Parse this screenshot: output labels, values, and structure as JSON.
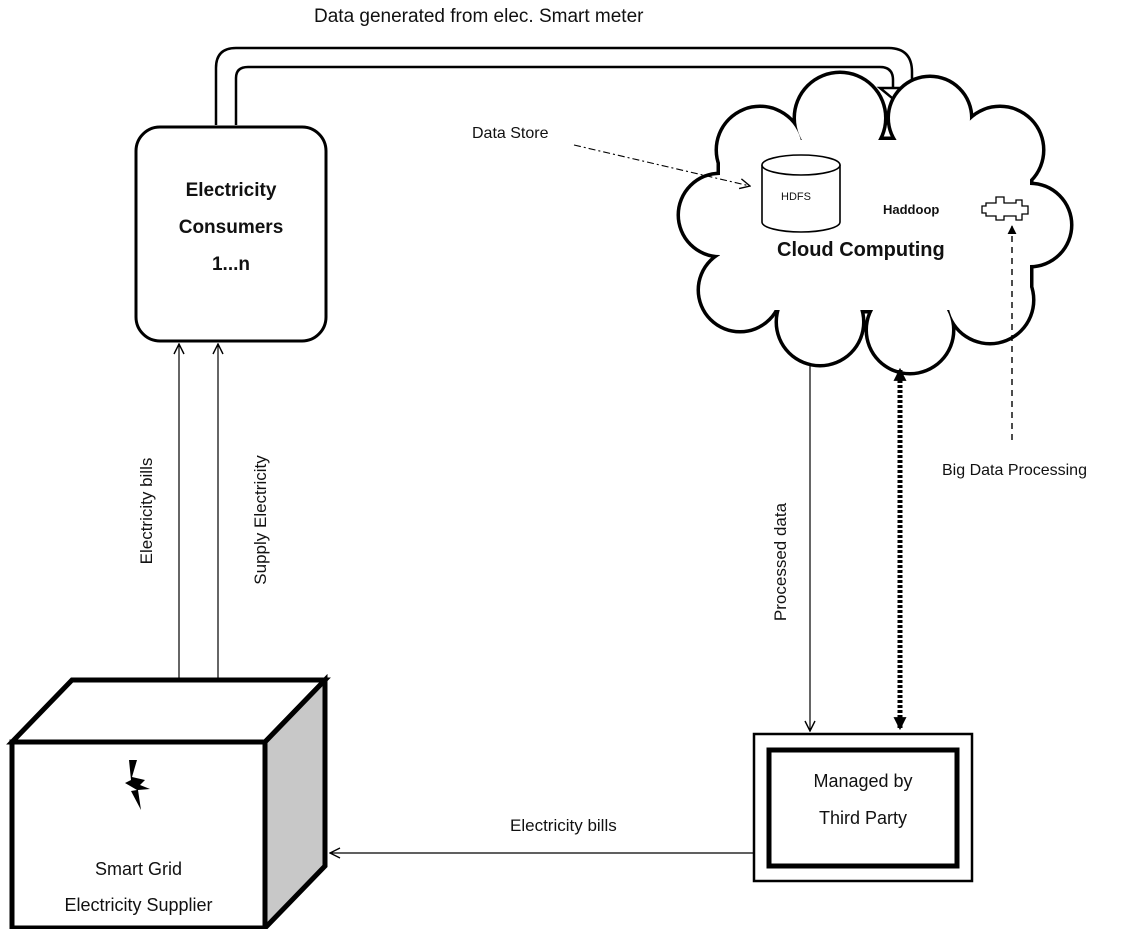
{
  "top_flow": {
    "label": "Data generated from elec. Smart meter"
  },
  "consumers": {
    "title": "Electricity\nConsumers\n1...n"
  },
  "cloud": {
    "title": "Cloud Computing",
    "hdfs_label": "HDFS",
    "hadoop_label": "Haddoop",
    "datastore_label": "Data Store",
    "bigdata_label": "Big Data Processing"
  },
  "edges": {
    "bills_up": "Electricity bills",
    "supply": "Supply Electricity",
    "processed": "Processed data",
    "bills_back": "Electricity bills"
  },
  "supplier": {
    "title": "Smart Grid\nElectricity Supplier",
    "icon": "lightning-icon"
  },
  "third_party": {
    "title": "Managed by\nThird Party"
  },
  "colors": {
    "stroke": "#000000",
    "box_side": "#c8c8c8"
  }
}
